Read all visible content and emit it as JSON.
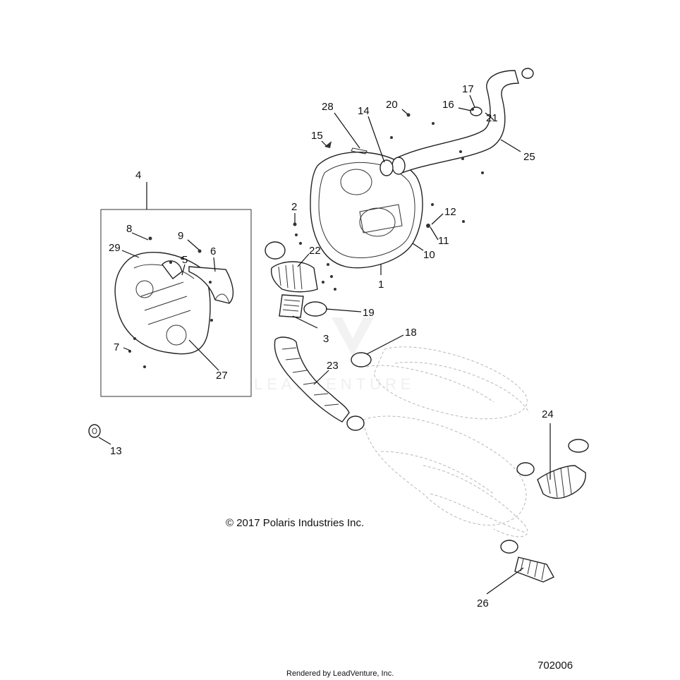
{
  "diagram": {
    "copyright": "© 2017 Polaris Industries Inc.",
    "rendered_by": "Rendered by LeadVenture, Inc.",
    "diagram_number": "702006",
    "watermark": "LEADVENTURE",
    "callouts": {
      "c1": "1",
      "c2": "2",
      "c3": "3",
      "c4": "4",
      "c5": "5",
      "c6": "6",
      "c7": "7",
      "c8": "8",
      "c9": "9",
      "c10": "10",
      "c11": "11",
      "c12": "12",
      "c13": "13",
      "c14": "14",
      "c15": "15",
      "c16": "16",
      "c17": "17",
      "c18": "18",
      "c19": "19",
      "c20": "20",
      "c21": "21",
      "c22": "22",
      "c23": "23",
      "c24": "24",
      "c25": "25",
      "c26": "26",
      "c27": "27",
      "c28": "28",
      "c29": "29"
    }
  }
}
